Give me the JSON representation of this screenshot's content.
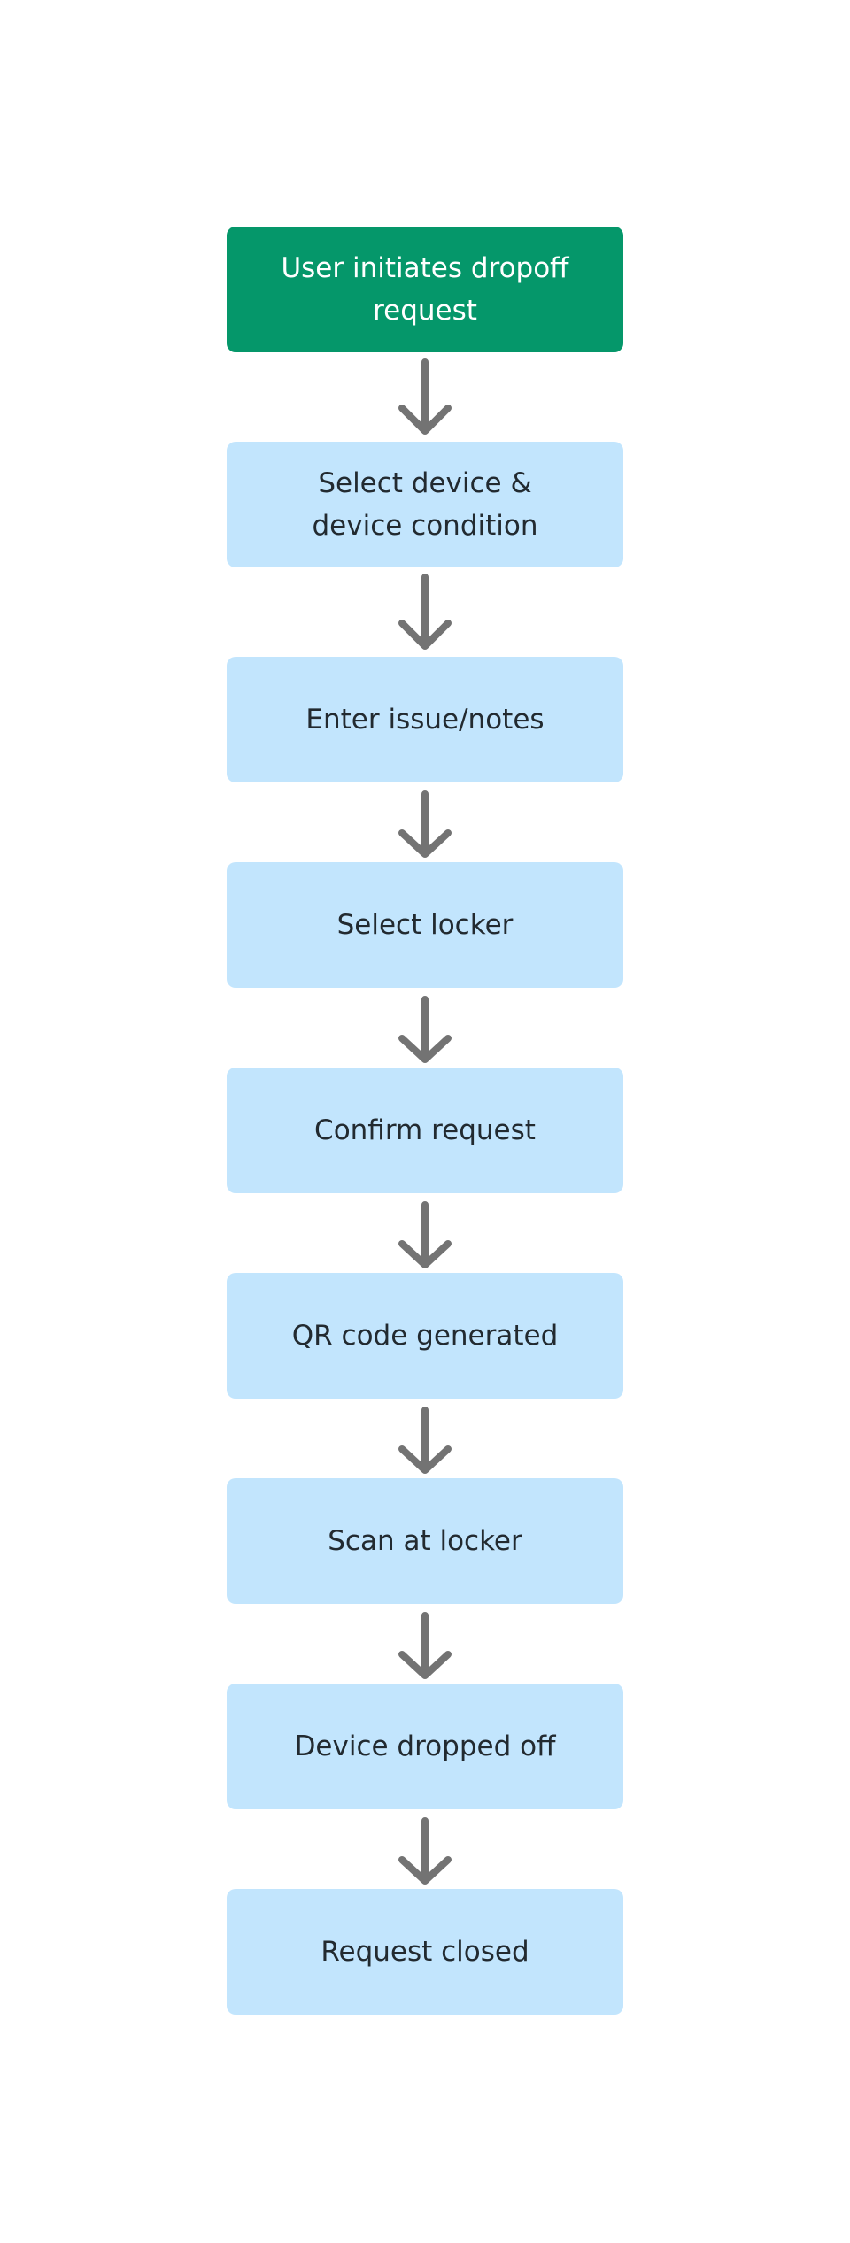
{
  "flowchart": {
    "steps": [
      {
        "id": "step-1",
        "label": "User initiates dropoff\nrequest",
        "kind": "start"
      },
      {
        "id": "step-2",
        "label": "Select device &\ndevice condition",
        "kind": "process"
      },
      {
        "id": "step-3",
        "label": "Enter issue/notes",
        "kind": "process"
      },
      {
        "id": "step-4",
        "label": "Select locker",
        "kind": "process"
      },
      {
        "id": "step-5",
        "label": "Confirm request",
        "kind": "process"
      },
      {
        "id": "step-6",
        "label": "QR code generated",
        "kind": "process"
      },
      {
        "id": "step-7",
        "label": "Scan at locker",
        "kind": "process"
      },
      {
        "id": "step-8",
        "label": "Device dropped off",
        "kind": "process"
      },
      {
        "id": "step-9",
        "label": "Request closed",
        "kind": "process"
      }
    ],
    "colors": {
      "start_fill": "#05976a",
      "start_text": "#ffffff",
      "process_fill": "#c2e5fd",
      "process_text": "#222a30",
      "arrow": "#737373"
    },
    "connector_icon": "arrow-down-icon"
  }
}
